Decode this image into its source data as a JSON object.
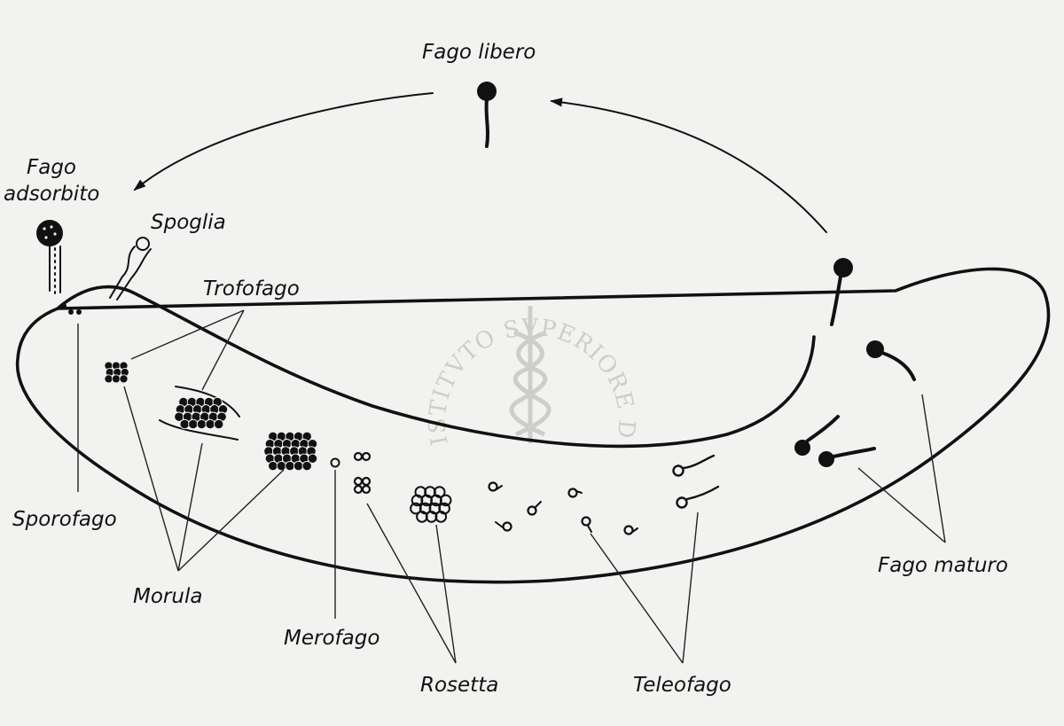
{
  "title": "",
  "labels": {
    "fago_libero": "Fago libero",
    "fago_adsorbito_1": "Fago",
    "fago_adsorbito_2": "adsorbito",
    "spoglia": "Spoglia",
    "trofofago": "Trofofago",
    "sporofago": "Sporofago",
    "morula": "Morula",
    "merofago": "Merofago",
    "rosetta": "Rosetta",
    "teleofago": "Teleofago",
    "fago_maturo": "Fago maturo"
  },
  "watermark": {
    "text": "ISTITVTO SVPERIORE DI SANITÀ"
  },
  "colors": {
    "ink": "#111111",
    "background": "#f2f3f1",
    "watermark": "#c9cbc7"
  }
}
